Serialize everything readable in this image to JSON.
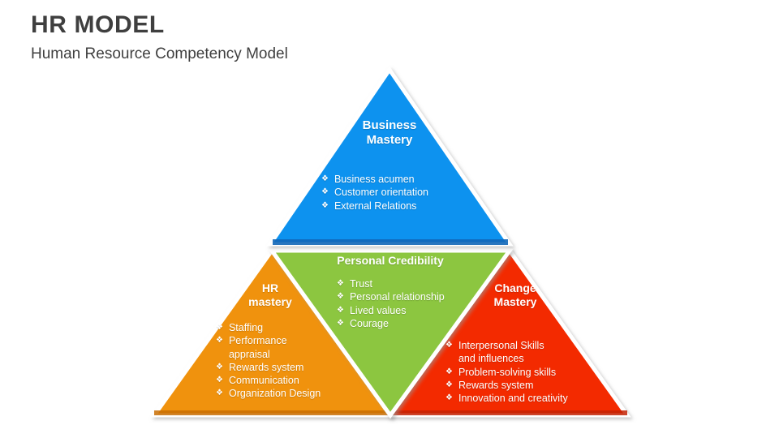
{
  "header": {
    "title": "HR MODEL",
    "subtitle": "Human Resource Competency Model"
  },
  "bullet_glyph": "❖",
  "colors": {
    "blue": "#0f92ef",
    "blue_edge": "#1267b8",
    "orange": "#f0920a",
    "orange_edge": "#c06c05",
    "green": "#8cc63f",
    "red": "#f32c06",
    "title_text": "#3f3f3f",
    "label_text": "#ffffff",
    "background": "#ffffff"
  },
  "pyramid": {
    "segments": [
      {
        "id": "business-mastery",
        "position": "top",
        "color": "#0f92ef",
        "heading": "Business\nMastery",
        "bullets": [
          "Business acumen",
          "Customer orientation",
          "External Relations"
        ]
      },
      {
        "id": "hr-mastery",
        "position": "bottom-left",
        "color": "#f0920a",
        "heading": "HR\nmastery",
        "bullets": [
          "Staffing",
          "Performance\nappraisal",
          "Rewards system",
          "Communication",
          "Organization Design"
        ]
      },
      {
        "id": "personal-credibility",
        "position": "bottom-center",
        "color": "#8cc63f",
        "heading": "Personal Credibility",
        "bullets": [
          "Trust",
          "Personal relationship",
          "Lived values",
          "Courage"
        ]
      },
      {
        "id": "change-mastery",
        "position": "bottom-right",
        "color": "#f32c06",
        "heading": "Change\nMastery",
        "bullets": [
          "Interpersonal Skills\nand influences",
          "Problem-solving skills",
          "Rewards system",
          "Innovation and creativity"
        ]
      }
    ]
  }
}
